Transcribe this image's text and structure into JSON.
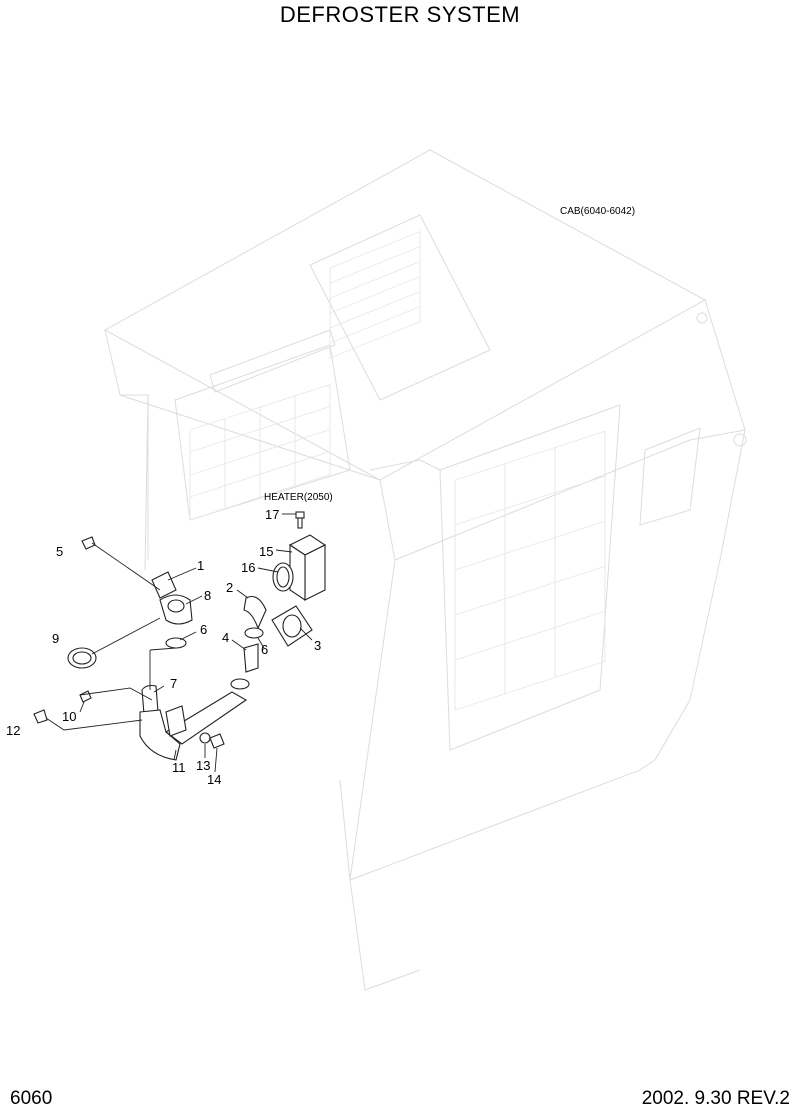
{
  "title": "DEFROSTER SYSTEM",
  "page_number": "6060",
  "revision": "2002. 9.30  REV.2",
  "references": {
    "cab": "CAB(6040-6042)",
    "heater": "HEATER(2050)"
  },
  "part_labels": {
    "p1": "1",
    "p2": "2",
    "p3": "3",
    "p4": "4",
    "p5": "5",
    "p6a": "6",
    "p6b": "6",
    "p7": "7",
    "p8": "8",
    "p9": "9",
    "p10": "10",
    "p11": "11",
    "p12": "12",
    "p13": "13",
    "p14": "14",
    "p15": "15",
    "p16": "16",
    "p17": "17"
  }
}
